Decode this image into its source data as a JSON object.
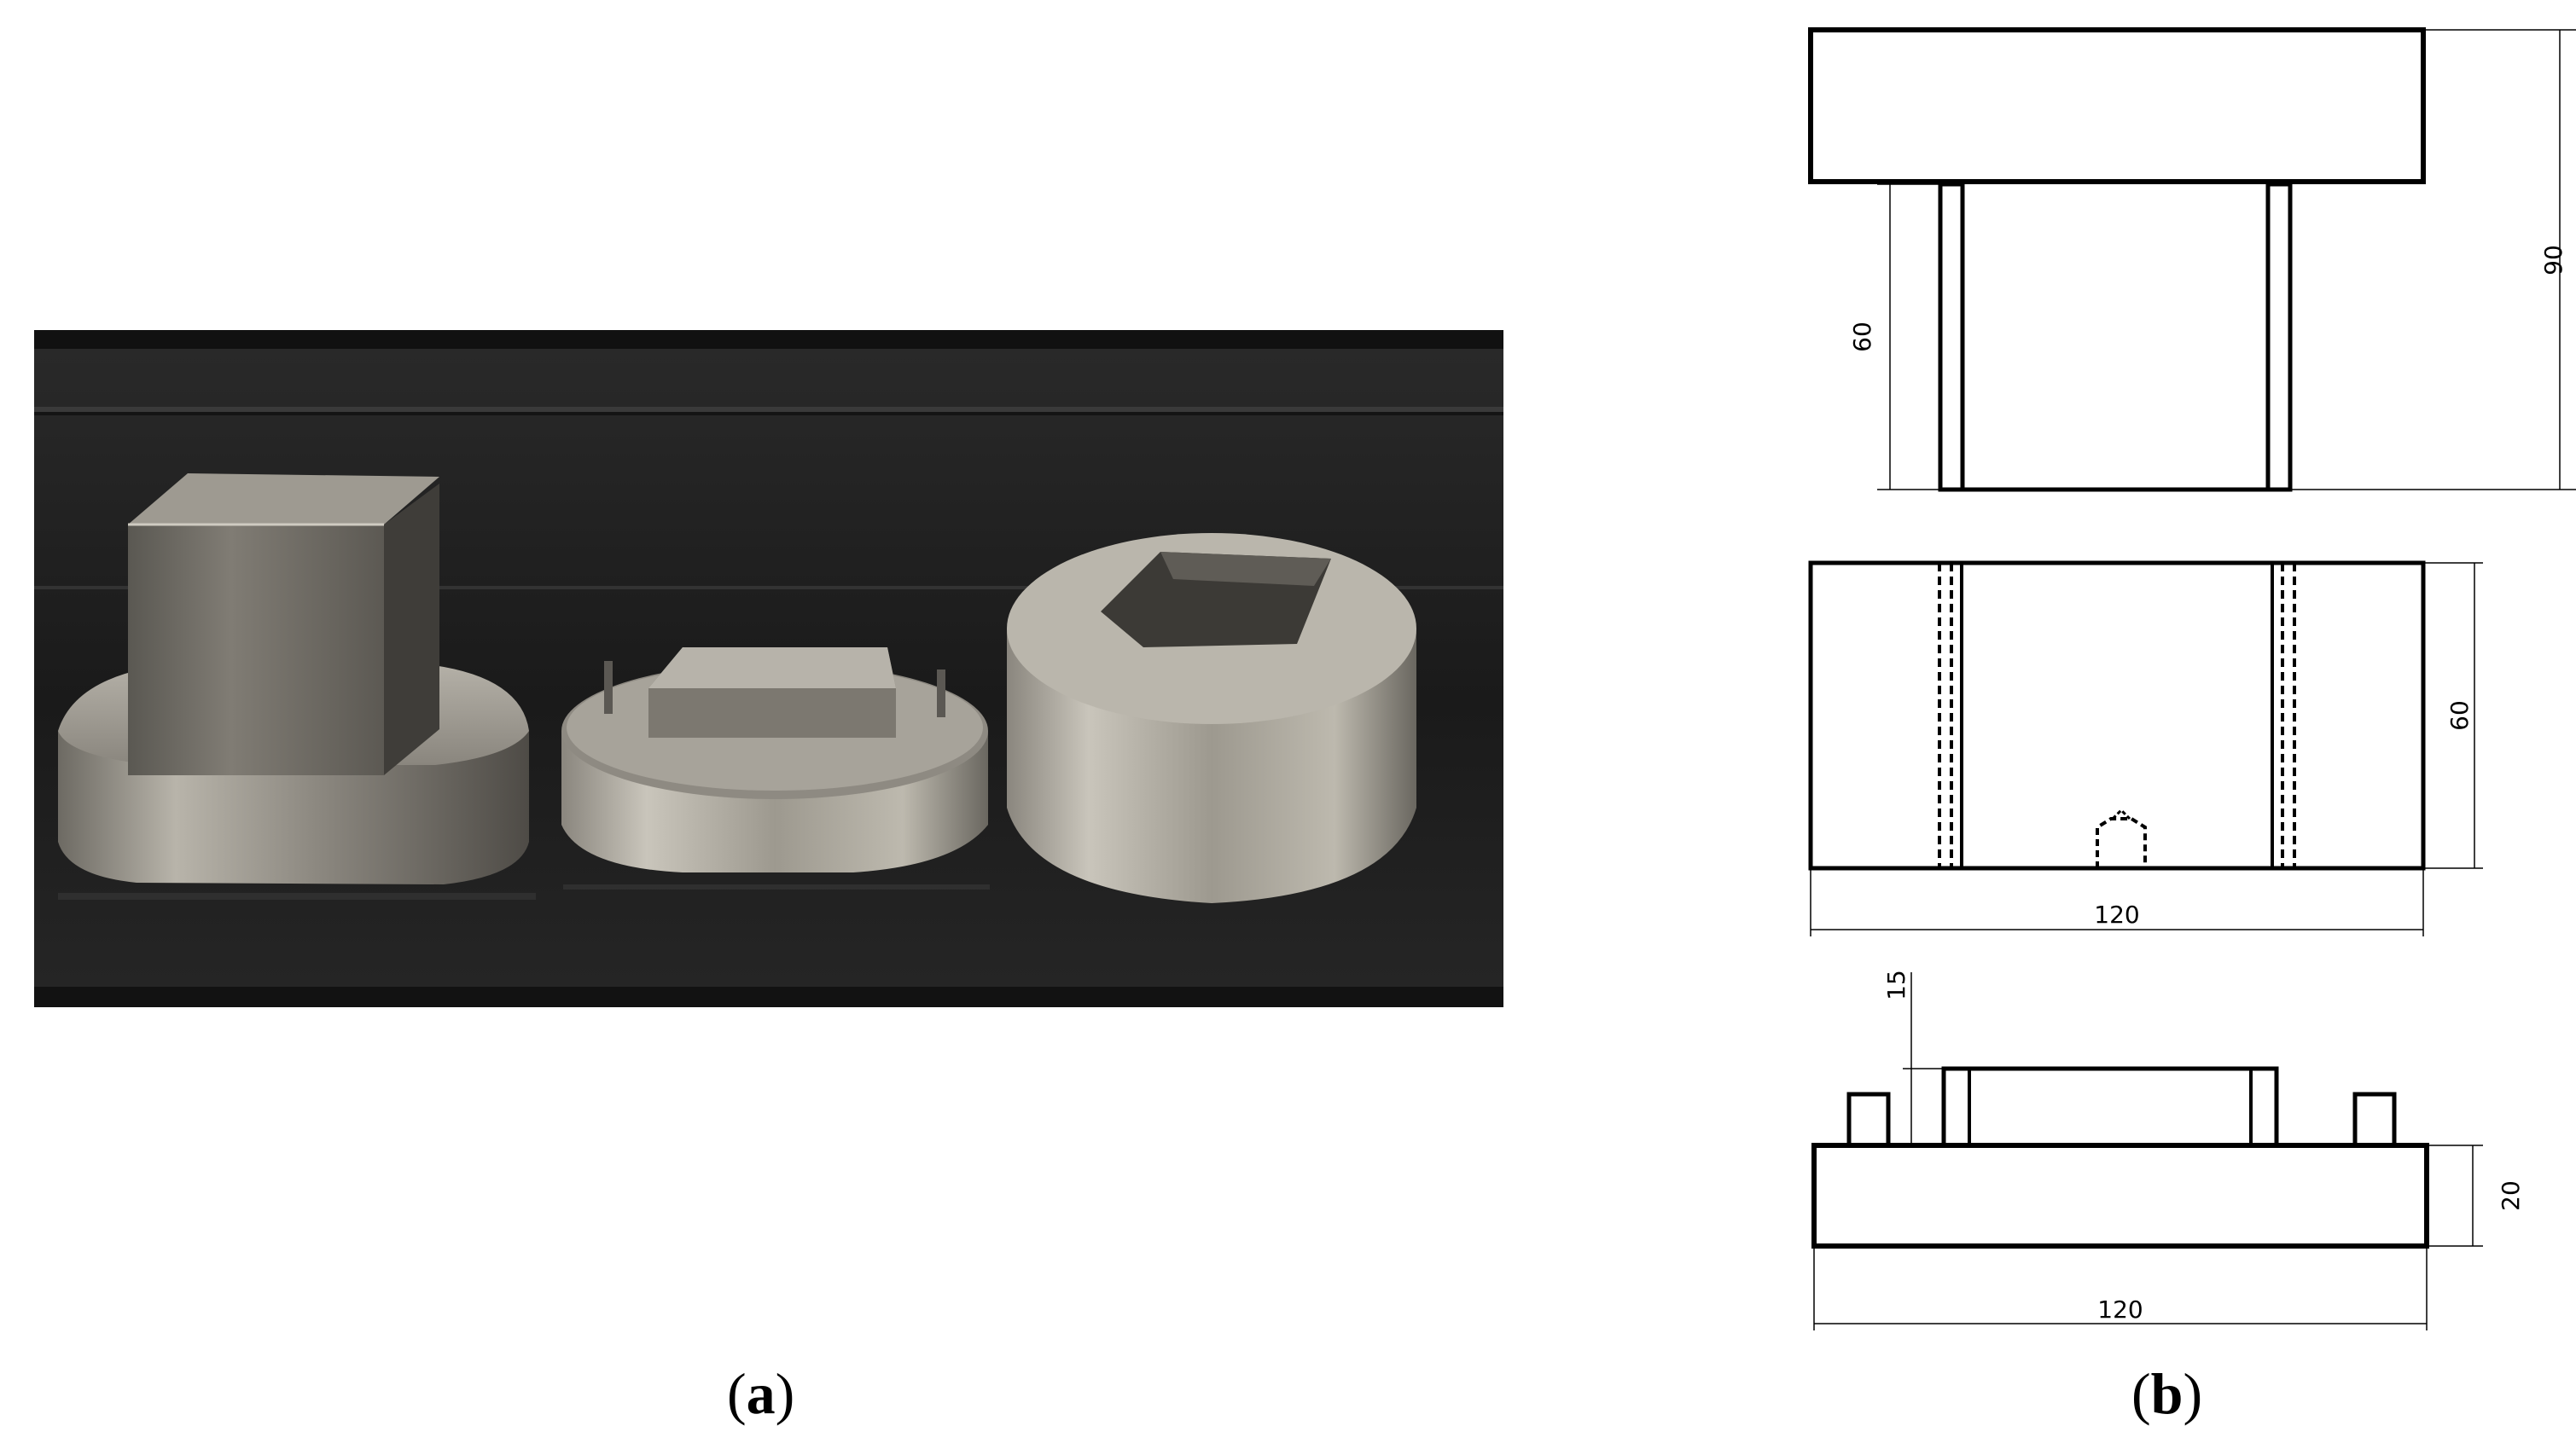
{
  "captions": {
    "a": {
      "open": "(",
      "letter": "a",
      "close": ")"
    },
    "b": {
      "open": "(",
      "letter": "b",
      "close": ")"
    }
  },
  "dimensions": {
    "punch_total_height": "90",
    "punch_stem_height": "60",
    "die_height": "60",
    "die_width": "120",
    "holder_pad_height": "15",
    "holder_base_height": "20",
    "holder_width": "120"
  }
}
